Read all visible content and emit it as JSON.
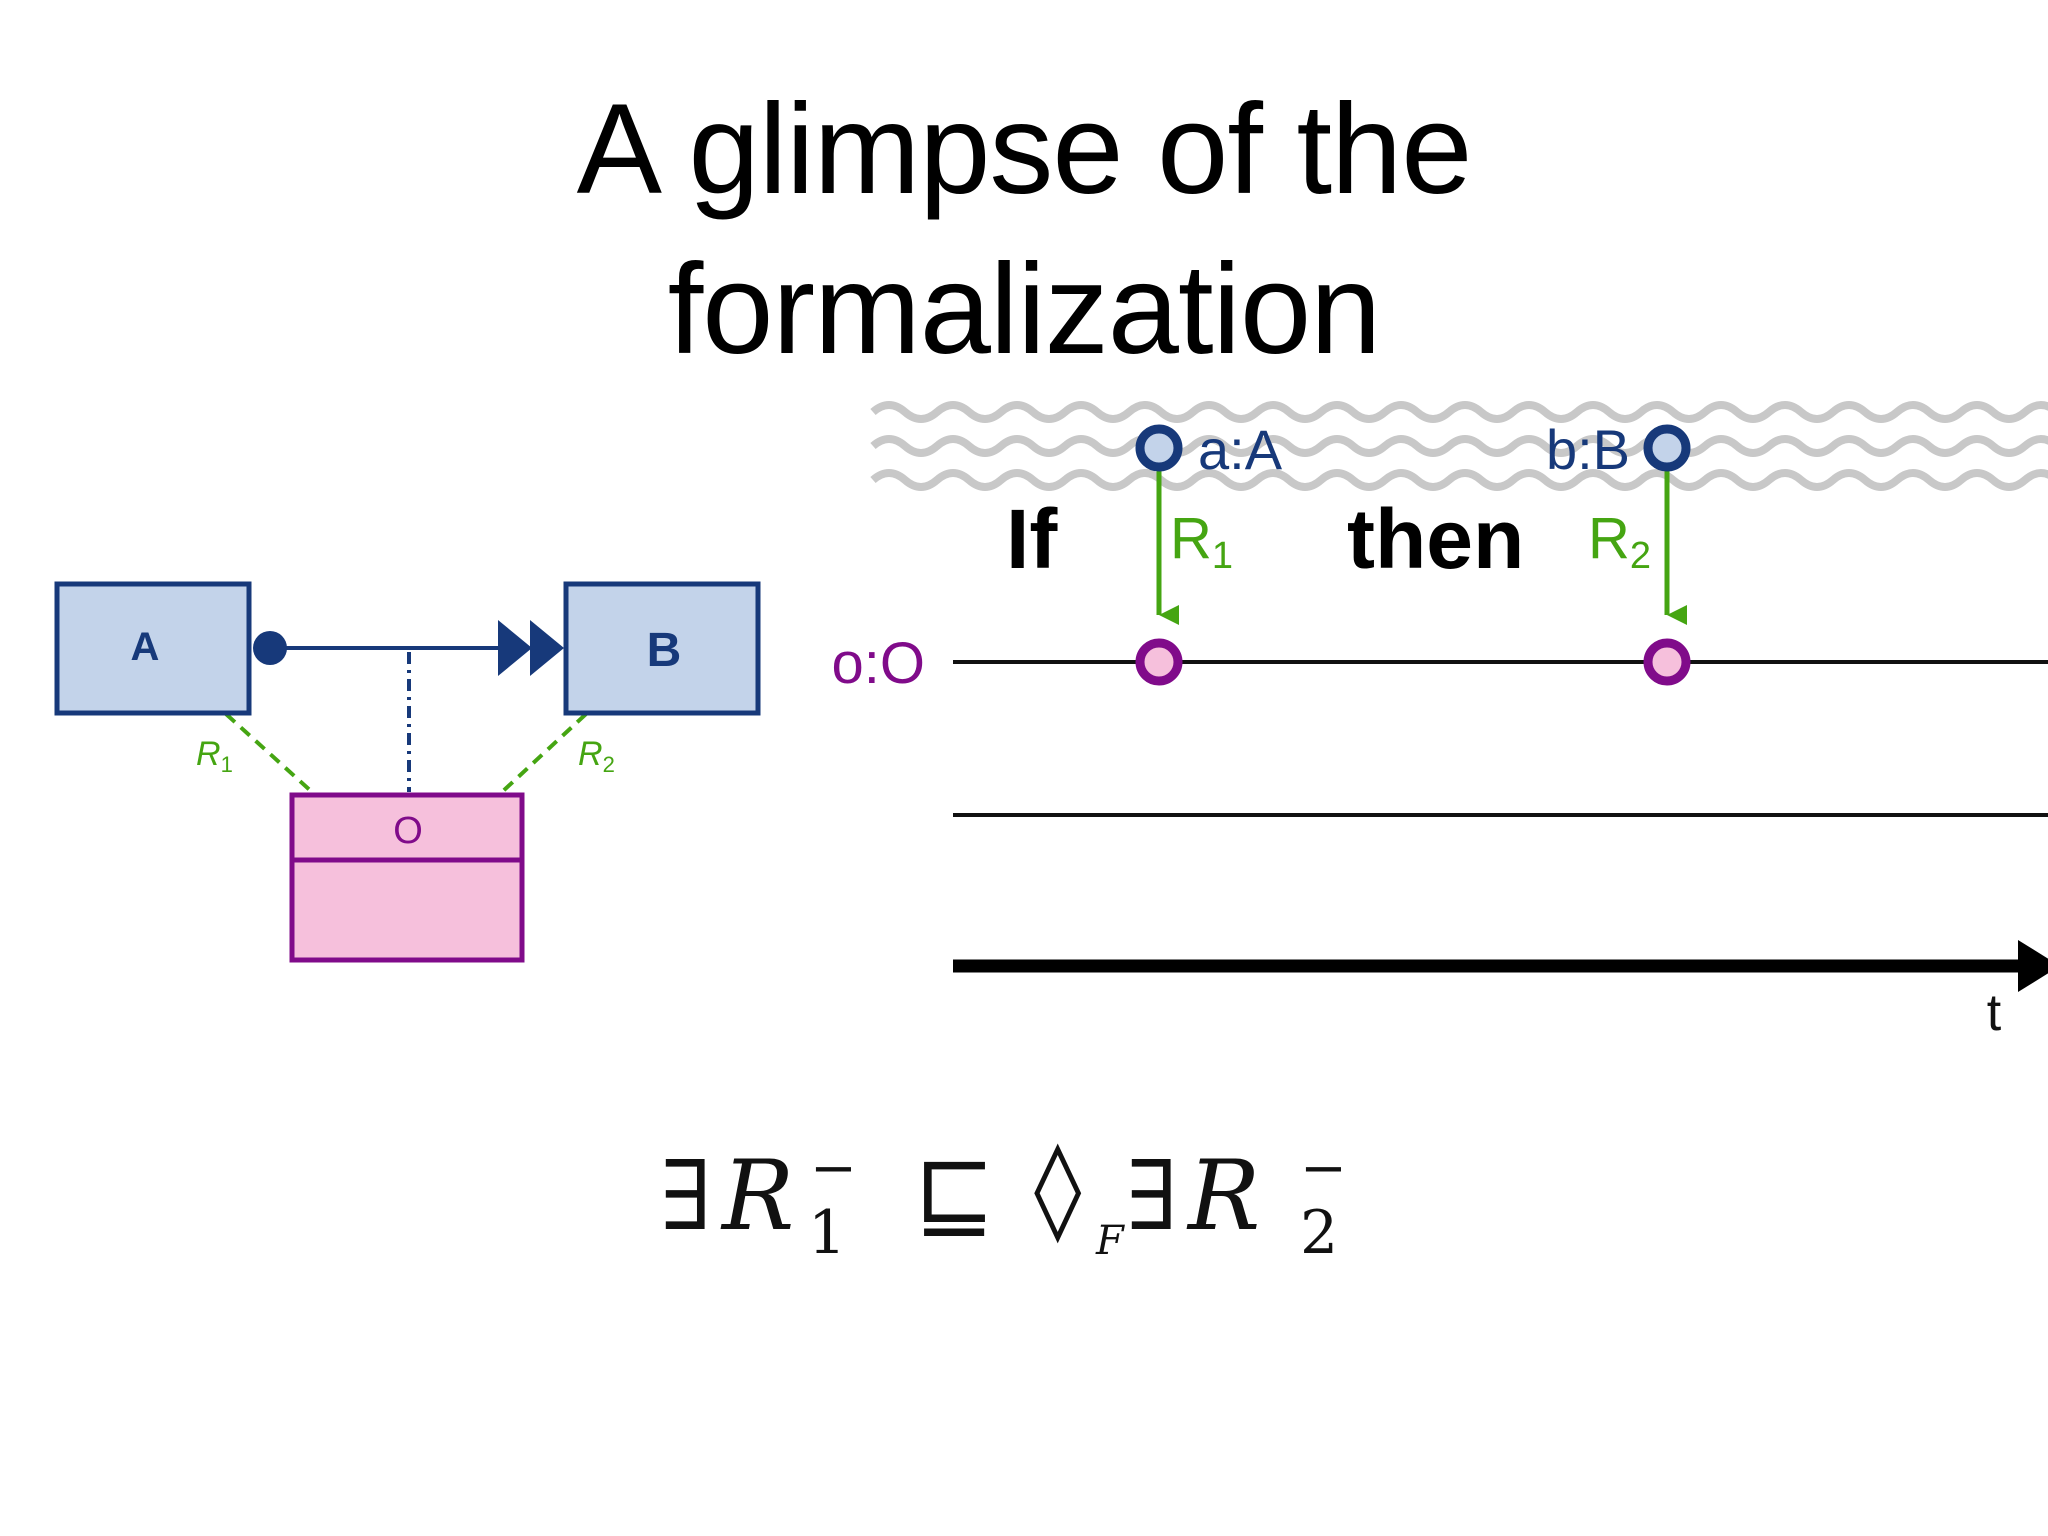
{
  "title": {
    "line1": "A glimpse of the",
    "line2": "formalization"
  },
  "uml": {
    "class_a": "A",
    "class_b": "B",
    "class_o": "O",
    "role_r1": "R",
    "role_r1_sub": "1",
    "role_r2": "R",
    "role_r2_sub": "2"
  },
  "timeline": {
    "object_a": "a:A",
    "object_b": "b:B",
    "object_o": "o:O",
    "if_label": "If",
    "then_label": "then",
    "r1_label": "R",
    "r1_sub": "1",
    "r2_label": "R",
    "r2_sub": "2",
    "time_label": "t"
  },
  "formula": {
    "exists1": "∃",
    "r1": "R",
    "r1_sub": "1",
    "r1_sup": "−",
    "subseteq": "⊑",
    "diamond": "◊",
    "diamond_sub": "F",
    "exists2": "∃",
    "r2": "R",
    "r2_sub": "2",
    "r2_sup": "−"
  },
  "colors": {
    "navy": "#17397a",
    "navy_fill": "#c3d3ea",
    "purple": "#800b8a",
    "pink_fill": "#f6c0dc",
    "green": "#45a512",
    "gray_wave": "#c8c8c8"
  }
}
